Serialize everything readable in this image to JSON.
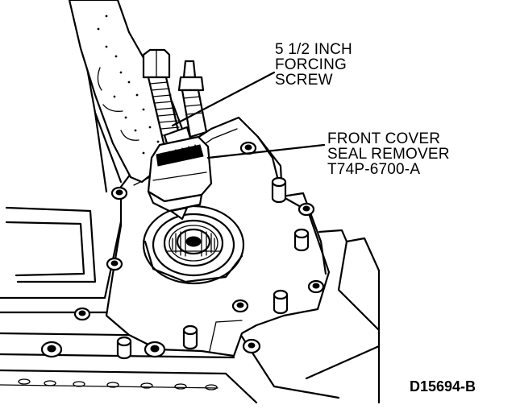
{
  "callouts": {
    "forcing_screw": [
      "5 1/2 INCH",
      "FORCING",
      "SCREW"
    ],
    "seal_remover": [
      "FRONT COVER",
      "SEAL REMOVER",
      "T74P-6700-A"
    ]
  },
  "figure_id": "D15694-B",
  "colors": {
    "ink": "#000000",
    "paper": "#ffffff"
  },
  "icons": [
    "bolt-icon",
    "stud-icon"
  ]
}
